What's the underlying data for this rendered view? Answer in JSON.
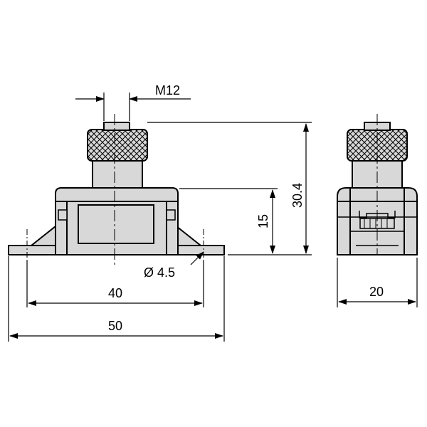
{
  "drawing": {
    "thread_label": "M12",
    "hole_label": "Ø 4.5",
    "dim_inner_width": "40",
    "dim_overall_width": "50",
    "dim_mid_height": "15",
    "dim_total_height": "30.4",
    "dim_side_width": "20"
  },
  "colors": {
    "body_fill": "#d8d8d8",
    "line": "#000000",
    "background": "#ffffff"
  }
}
